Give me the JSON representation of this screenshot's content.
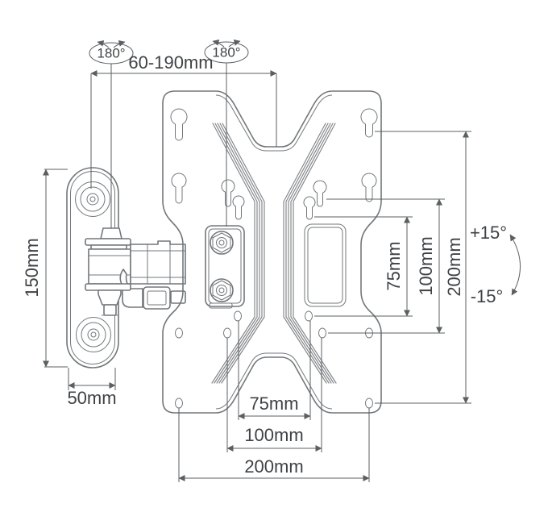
{
  "colors": {
    "line": "#73777a",
    "dim": "#5b5f62",
    "text": "#3f4245",
    "bg": "#ffffff"
  },
  "diagram": {
    "swivel_left": "180°",
    "swivel_right": "180°",
    "extension_range": "60-190mm",
    "wall_plate_height": "150mm",
    "wall_plate_width": "50mm",
    "vesa_vertical_75": "75mm",
    "vesa_vertical_100": "100mm",
    "vesa_vertical_200": "200mm",
    "tilt_up": "+15°",
    "tilt_down": "-15°",
    "vesa_horizontal_75": "75mm",
    "vesa_horizontal_100": "100mm",
    "vesa_horizontal_200": "200mm"
  }
}
